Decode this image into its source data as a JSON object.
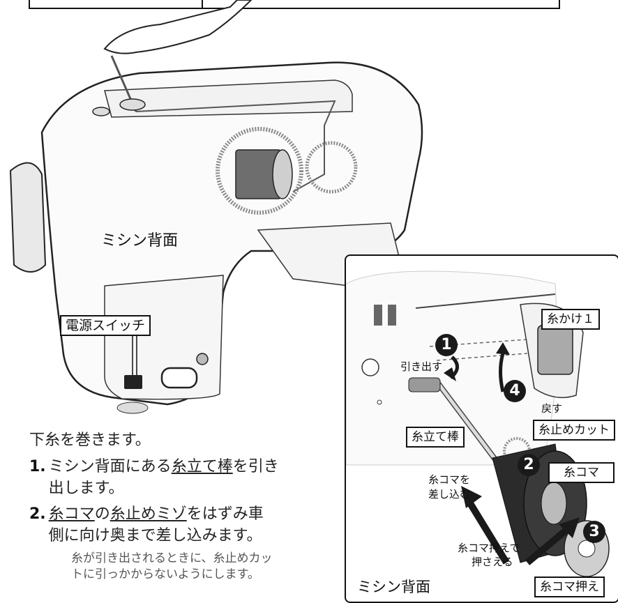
{
  "main_labels": {
    "machine_back": "ミシン背面",
    "power_switch": "電源スイッチ"
  },
  "inset": {
    "thread_guide": "糸かけ１",
    "pull_out": "引き出す",
    "return": "戻す",
    "spool_pin": "糸立て棒",
    "thread_cut": "糸止めカット",
    "spool": "糸コマ",
    "insert_spool_line1": "糸コマを",
    "insert_spool_line2": "差し込む",
    "press_cap_line1": "糸コマ押えで",
    "press_cap_line2": "押さえる",
    "spool_cap": "糸コマ押え",
    "machine_back": "ミシン背面",
    "steps": [
      "1",
      "2",
      "3",
      "4"
    ]
  },
  "instructions": {
    "lead": "下糸を巻きます。",
    "step1": {
      "num": "1.",
      "a": "ミシン背面にある",
      "b": "糸立て棒",
      "c": "を引き",
      "d": "出します。"
    },
    "step2": {
      "num": "2.",
      "a": "糸コマ",
      "b": "の",
      "c": "糸止めミゾ",
      "d": "をはずみ車",
      "e": "側に向け奥まで差し込みます。"
    },
    "note": "糸が引き出されるときに、糸止めカットに引っかからないようにします。"
  },
  "colors": {
    "ink": "#1a1a1a",
    "panel_border": "#111111",
    "gray": "#7a7a7a"
  }
}
